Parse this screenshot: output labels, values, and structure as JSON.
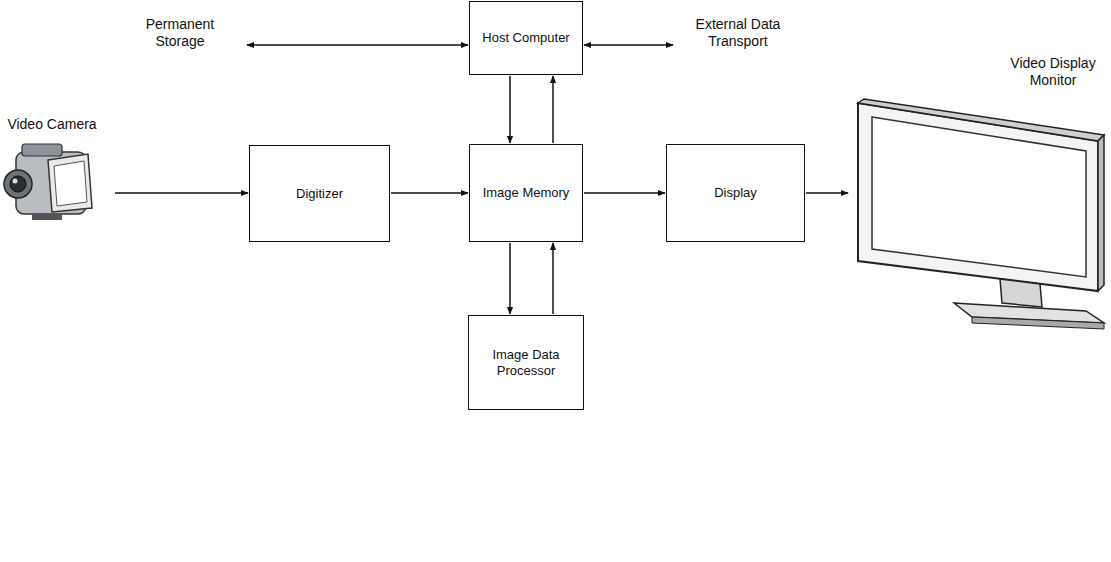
{
  "diagram": {
    "nodes": [
      {
        "text": [
          "Permanent Storage"
        ]
      },
      {
        "text": [
          "Host Computer"
        ]
      },
      {
        "text": [
          "External Data Transport"
        ]
      },
      {
        "text": [
          "Video Camera"
        ]
      },
      {
        "text": [
          "Digitizer"
        ]
      },
      {
        "text": [
          "Image Memory"
        ]
      },
      {
        "text": [
          "Display"
        ]
      },
      {
        "text": [
          "Video Display Monitor"
        ]
      },
      {
        "text": [
          "Image Data Processor"
        ]
      }
    ],
    "edges": [
      {
        "from": 0,
        "to": 1,
        "arrow": "both"
      },
      {
        "from": 1,
        "to": 2,
        "arrow": "both"
      },
      {
        "from": 1,
        "to": 5,
        "arrow": "to"
      },
      {
        "from": 5,
        "to": 1,
        "arrow": "to"
      },
      {
        "from": 3,
        "to": 4,
        "arrow": "to"
      },
      {
        "from": 4,
        "to": 5,
        "arrow": "to"
      },
      {
        "from": 5,
        "to": 6,
        "arrow": "to"
      },
      {
        "from": 6,
        "to": 7,
        "arrow": "to"
      },
      {
        "from": 5,
        "to": 8,
        "arrow": "to"
      },
      {
        "from": 8,
        "to": 5,
        "arrow": "to"
      }
    ]
  }
}
